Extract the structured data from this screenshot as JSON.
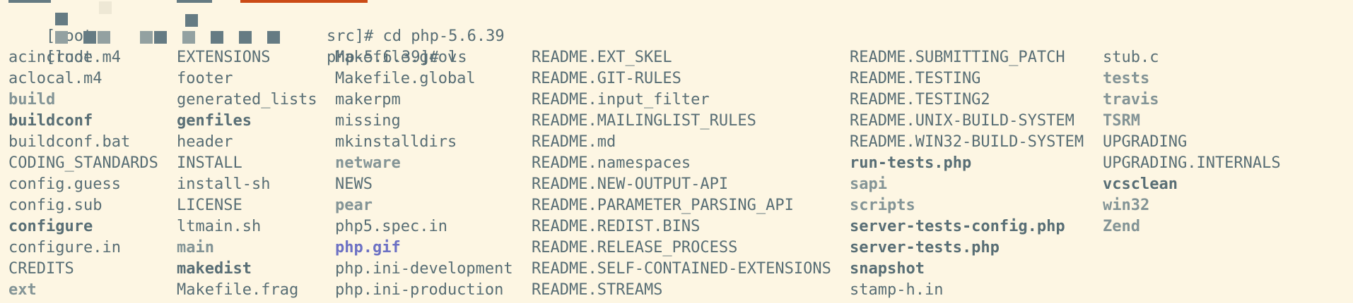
{
  "theme": {
    "background": "#fdf6e3",
    "text": "#586e75",
    "dir": "#839496",
    "image": "#6c71c4",
    "prompt_accent": "#cb4b16"
  },
  "prompts": [
    {
      "user": "[root",
      "path_cmd": "src]# cd php-5.6.39"
    },
    {
      "user": "[root",
      "path_cmd": "php-5.6.39]# ls"
    }
  ],
  "listing": {
    "columns": [
      [
        {
          "name": "acinclude.m4",
          "type": "file"
        },
        {
          "name": "aclocal.m4",
          "type": "file"
        },
        {
          "name": "build",
          "type": "dir"
        },
        {
          "name": "buildconf",
          "type": "exec"
        },
        {
          "name": "buildconf.bat",
          "type": "file"
        },
        {
          "name": "CODING_STANDARDS",
          "type": "file"
        },
        {
          "name": "config.guess",
          "type": "file"
        },
        {
          "name": "config.sub",
          "type": "file"
        },
        {
          "name": "configure",
          "type": "exec"
        },
        {
          "name": "configure.in",
          "type": "file"
        },
        {
          "name": "CREDITS",
          "type": "file"
        },
        {
          "name": "ext",
          "type": "dir"
        }
      ],
      [
        {
          "name": "EXTENSIONS",
          "type": "file"
        },
        {
          "name": "footer",
          "type": "file"
        },
        {
          "name": "generated_lists",
          "type": "file"
        },
        {
          "name": "genfiles",
          "type": "exec"
        },
        {
          "name": "header",
          "type": "file"
        },
        {
          "name": "INSTALL",
          "type": "file"
        },
        {
          "name": "install-sh",
          "type": "file"
        },
        {
          "name": "LICENSE",
          "type": "file"
        },
        {
          "name": "ltmain.sh",
          "type": "file"
        },
        {
          "name": "main",
          "type": "dir"
        },
        {
          "name": "makedist",
          "type": "exec"
        },
        {
          "name": "Makefile.frag",
          "type": "file"
        }
      ],
      [
        {
          "name": "Makefile.gcov",
          "type": "file"
        },
        {
          "name": "Makefile.global",
          "type": "file"
        },
        {
          "name": "makerpm",
          "type": "file"
        },
        {
          "name": "missing",
          "type": "file"
        },
        {
          "name": "mkinstalldirs",
          "type": "file"
        },
        {
          "name": "netware",
          "type": "dir"
        },
        {
          "name": "NEWS",
          "type": "file"
        },
        {
          "name": "pear",
          "type": "dir"
        },
        {
          "name": "php5.spec.in",
          "type": "file"
        },
        {
          "name": "php.gif",
          "type": "image"
        },
        {
          "name": "php.ini-development",
          "type": "file"
        },
        {
          "name": "php.ini-production",
          "type": "file"
        }
      ],
      [
        {
          "name": "README.EXT_SKEL",
          "type": "file"
        },
        {
          "name": "README.GIT-RULES",
          "type": "file"
        },
        {
          "name": "README.input_filter",
          "type": "file"
        },
        {
          "name": "README.MAILINGLIST_RULES",
          "type": "file"
        },
        {
          "name": "README.md",
          "type": "file"
        },
        {
          "name": "README.namespaces",
          "type": "file"
        },
        {
          "name": "README.NEW-OUTPUT-API",
          "type": "file"
        },
        {
          "name": "README.PARAMETER_PARSING_API",
          "type": "file"
        },
        {
          "name": "README.REDIST.BINS",
          "type": "file"
        },
        {
          "name": "README.RELEASE_PROCESS",
          "type": "file"
        },
        {
          "name": "README.SELF-CONTAINED-EXTENSIONS",
          "type": "file"
        },
        {
          "name": "README.STREAMS",
          "type": "file"
        }
      ],
      [
        {
          "name": "README.SUBMITTING_PATCH",
          "type": "file"
        },
        {
          "name": "README.TESTING",
          "type": "file"
        },
        {
          "name": "README.TESTING2",
          "type": "file"
        },
        {
          "name": "README.UNIX-BUILD-SYSTEM",
          "type": "file"
        },
        {
          "name": "README.WIN32-BUILD-SYSTEM",
          "type": "file"
        },
        {
          "name": "run-tests.php",
          "type": "exec"
        },
        {
          "name": "sapi",
          "type": "dir"
        },
        {
          "name": "scripts",
          "type": "dir"
        },
        {
          "name": "server-tests-config.php",
          "type": "exec"
        },
        {
          "name": "server-tests.php",
          "type": "exec"
        },
        {
          "name": "snapshot",
          "type": "exec"
        },
        {
          "name": "stamp-h.in",
          "type": "file"
        }
      ],
      [
        {
          "name": "stub.c",
          "type": "file"
        },
        {
          "name": "tests",
          "type": "dir"
        },
        {
          "name": "travis",
          "type": "dir"
        },
        {
          "name": "TSRM",
          "type": "dir"
        },
        {
          "name": "UPGRADING",
          "type": "file"
        },
        {
          "name": "UPGRADING.INTERNALS",
          "type": "file"
        },
        {
          "name": "vcsclean",
          "type": "exec"
        },
        {
          "name": "win32",
          "type": "dir"
        },
        {
          "name": "Zend",
          "type": "dir"
        }
      ]
    ]
  }
}
